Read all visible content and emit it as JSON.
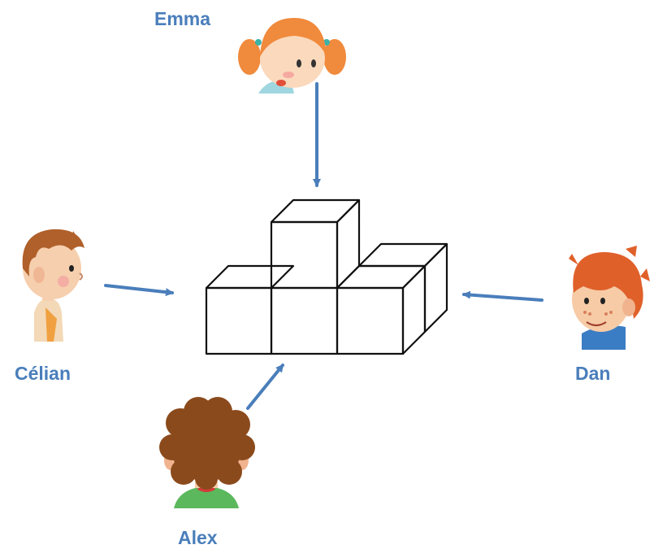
{
  "observers": {
    "emma": {
      "name": "Emma"
    },
    "celian": {
      "name": "Célian"
    },
    "dan": {
      "name": "Dan"
    },
    "alex": {
      "name": "Alex"
    }
  },
  "colors": {
    "label": "#4a7ebb",
    "arrow": "#4a7ebb",
    "cube_stroke": "#111111"
  }
}
